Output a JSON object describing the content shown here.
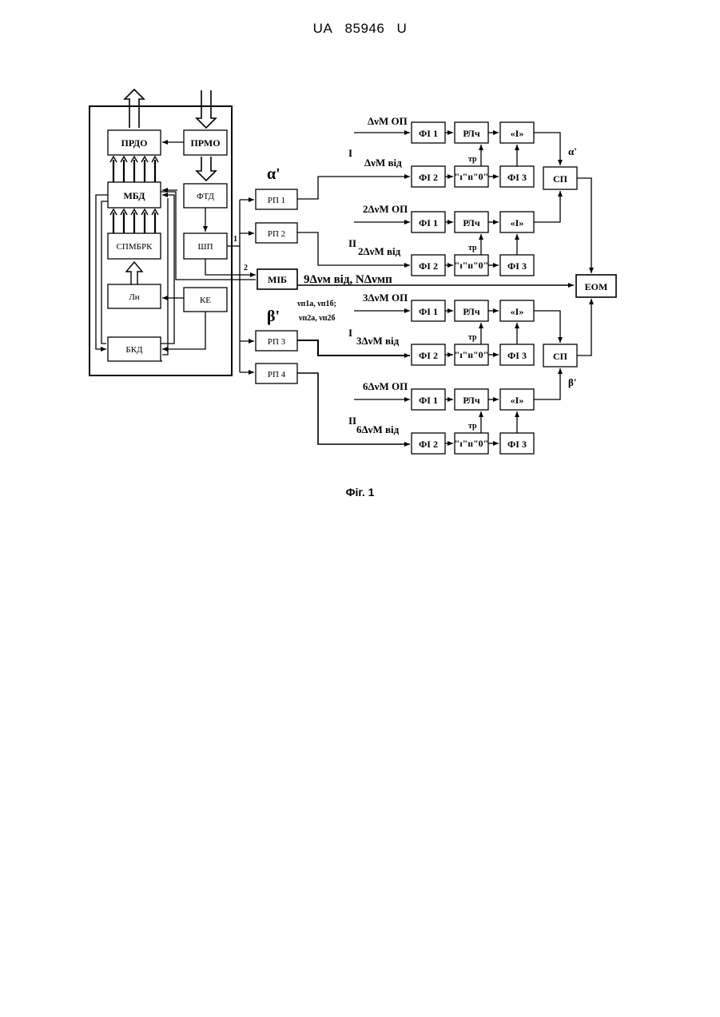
{
  "header": {
    "country": "UA",
    "number": "85946",
    "kind": "U"
  },
  "caption": "Фіг. 1",
  "blocks": {
    "prdo": "ПРДО",
    "prmo": "ПРМО",
    "mbd": "МБД",
    "ftd": "ФТД",
    "spmbrk": "СПМБРК",
    "shp": "ШП",
    "ln": "Лн",
    "ke": "КЕ",
    "bkd": "БКД",
    "rp1": "РП 1",
    "rp2": "РП 2",
    "mib": "МІБ",
    "rp3": "РП 3",
    "rp4": "РП 4",
    "fi1": "ФІ 1",
    "fi2": "ФІ 2",
    "fi3": "ФІ 3",
    "rlch": "РЛч",
    "and": "«І»",
    "sp": "СП",
    "eom": "ЕОМ",
    "pulses": "\"ı\"ıı\"0\"",
    "tr": "тр"
  },
  "labels": {
    "alpha": "α'",
    "beta": "β'",
    "alpha_out": "α'",
    "beta_out": "β'",
    "port1": "1",
    "port2": "2",
    "roman1": "I",
    "roman2": "II",
    "mib_output": "9Δνм від, NΔνмп",
    "mib_freq1": "νп1а, νп1б;",
    "mib_freq2": "νп2а, νп2б",
    "rows": [
      {
        "op": "ΔνМ ОП",
        "vid": "ΔνМ від"
      },
      {
        "op": "2ΔνМ ОП",
        "vid": "2ΔνМ від"
      },
      {
        "op": "3ΔνМ ОП",
        "vid": "3ΔνМ від"
      },
      {
        "op": "6ΔνМ ОП",
        "vid": "6ΔνМ від"
      }
    ]
  }
}
